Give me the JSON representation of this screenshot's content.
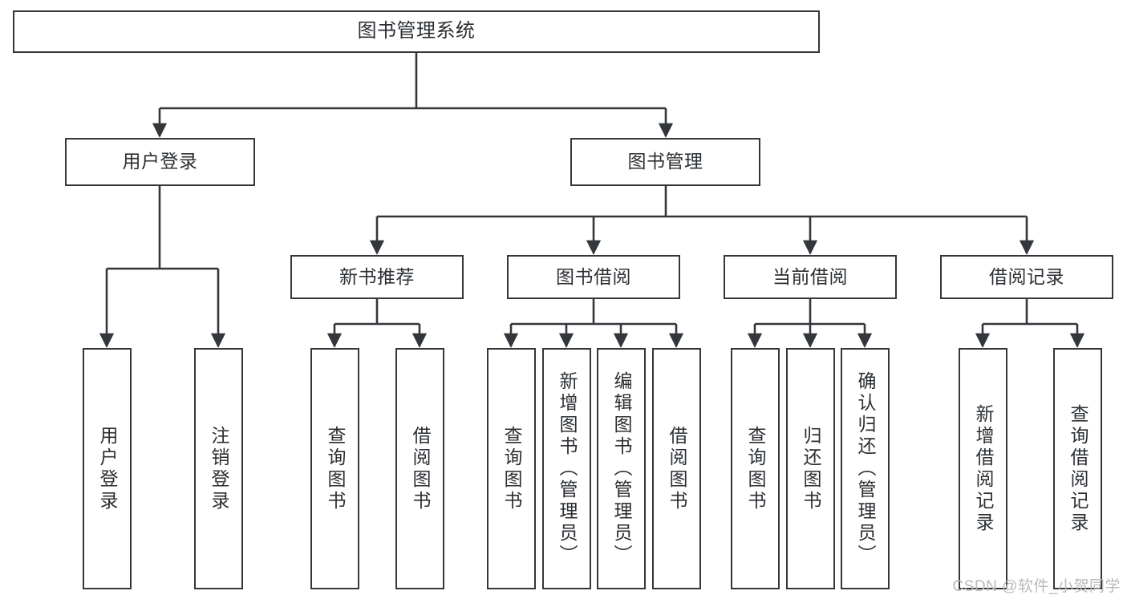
{
  "diagram": {
    "type": "tree",
    "title": "图书管理系统",
    "colors": {
      "box_border": "#33373c",
      "box_fill": "#ffffff",
      "connector": "#33373c",
      "text": "#2b2f33",
      "watermark": "#b9b9b9"
    },
    "watermark": "CSDN @软件_小贺同学",
    "nodes": {
      "root": {
        "label": "图书管理系统"
      },
      "level2": [
        {
          "id": "user-login",
          "label": "用户登录"
        },
        {
          "id": "book-manage",
          "label": "图书管理"
        }
      ],
      "level3": [
        {
          "id": "new-book-recommend",
          "label": "新书推荐"
        },
        {
          "id": "book-borrow",
          "label": "图书借阅"
        },
        {
          "id": "current-borrow",
          "label": "当前借阅"
        },
        {
          "id": "borrow-record",
          "label": "借阅记录"
        }
      ],
      "level4": [
        {
          "id": "leaf-user-login",
          "label": "用户登录",
          "parent": "user-login"
        },
        {
          "id": "leaf-logout-login",
          "label": "注销登录",
          "parent": "user-login"
        },
        {
          "id": "leaf-query-book-1",
          "label": "查询图书",
          "parent": "new-book-recommend"
        },
        {
          "id": "leaf-borrow-book-1",
          "label": "借阅图书",
          "parent": "new-book-recommend"
        },
        {
          "id": "leaf-query-book-2",
          "label": "查询图书",
          "parent": "book-borrow"
        },
        {
          "id": "leaf-add-book",
          "label": "新增图书（管理员）",
          "parent": "book-borrow"
        },
        {
          "id": "leaf-edit-book",
          "label": "编辑图书（管理员）",
          "parent": "book-borrow"
        },
        {
          "id": "leaf-borrow-book-2",
          "label": "借阅图书",
          "parent": "book-borrow"
        },
        {
          "id": "leaf-query-book-3",
          "label": "查询图书",
          "parent": "current-borrow"
        },
        {
          "id": "leaf-return-book",
          "label": "归还图书",
          "parent": "current-borrow"
        },
        {
          "id": "leaf-confirm-return",
          "label": "确认归还（管理员）",
          "parent": "current-borrow"
        },
        {
          "id": "leaf-add-record",
          "label": "新增借阅记录",
          "parent": "borrow-record"
        },
        {
          "id": "leaf-query-record",
          "label": "查询借阅记录",
          "parent": "borrow-record"
        }
      ]
    }
  }
}
